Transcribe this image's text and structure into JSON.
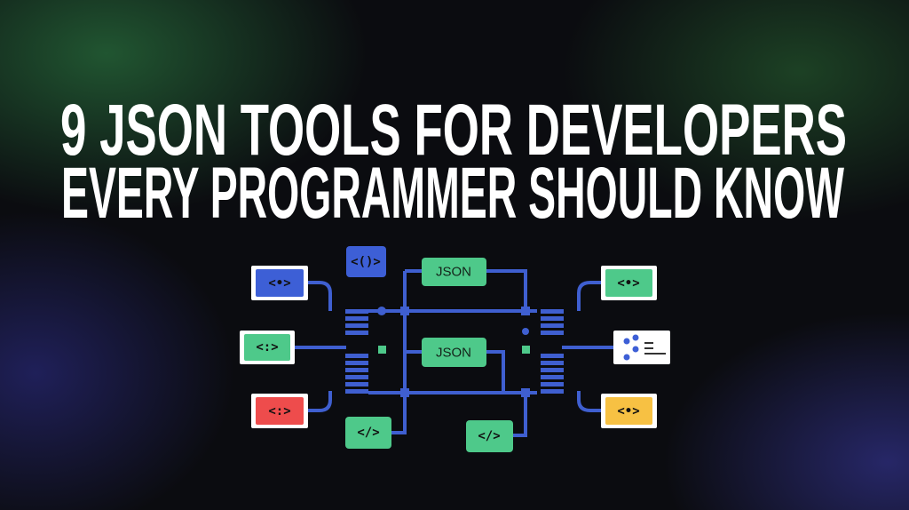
{
  "title": {
    "line1": "9 JSON TOOLS FOR DEVELOPERS",
    "line2": "EVERY PROGRAMMER SHOULD KNOW"
  },
  "diagram": {
    "json_top": "JSON",
    "json_middle": "JSON",
    "code_top": "<()>",
    "code_left_top": "<•>",
    "code_left_middle": "<:>",
    "code_left_bottom": "<:>",
    "code_bottom_left": "</>",
    "code_bottom_right": "</>",
    "code_right_top": "<•>",
    "code_right_bottom": "<•>"
  },
  "colors": {
    "blue": "#3d5fd6",
    "green": "#4ec98a",
    "red": "#ee4c4c",
    "yellow": "#f7c143",
    "wire": "#3f5fd0"
  }
}
